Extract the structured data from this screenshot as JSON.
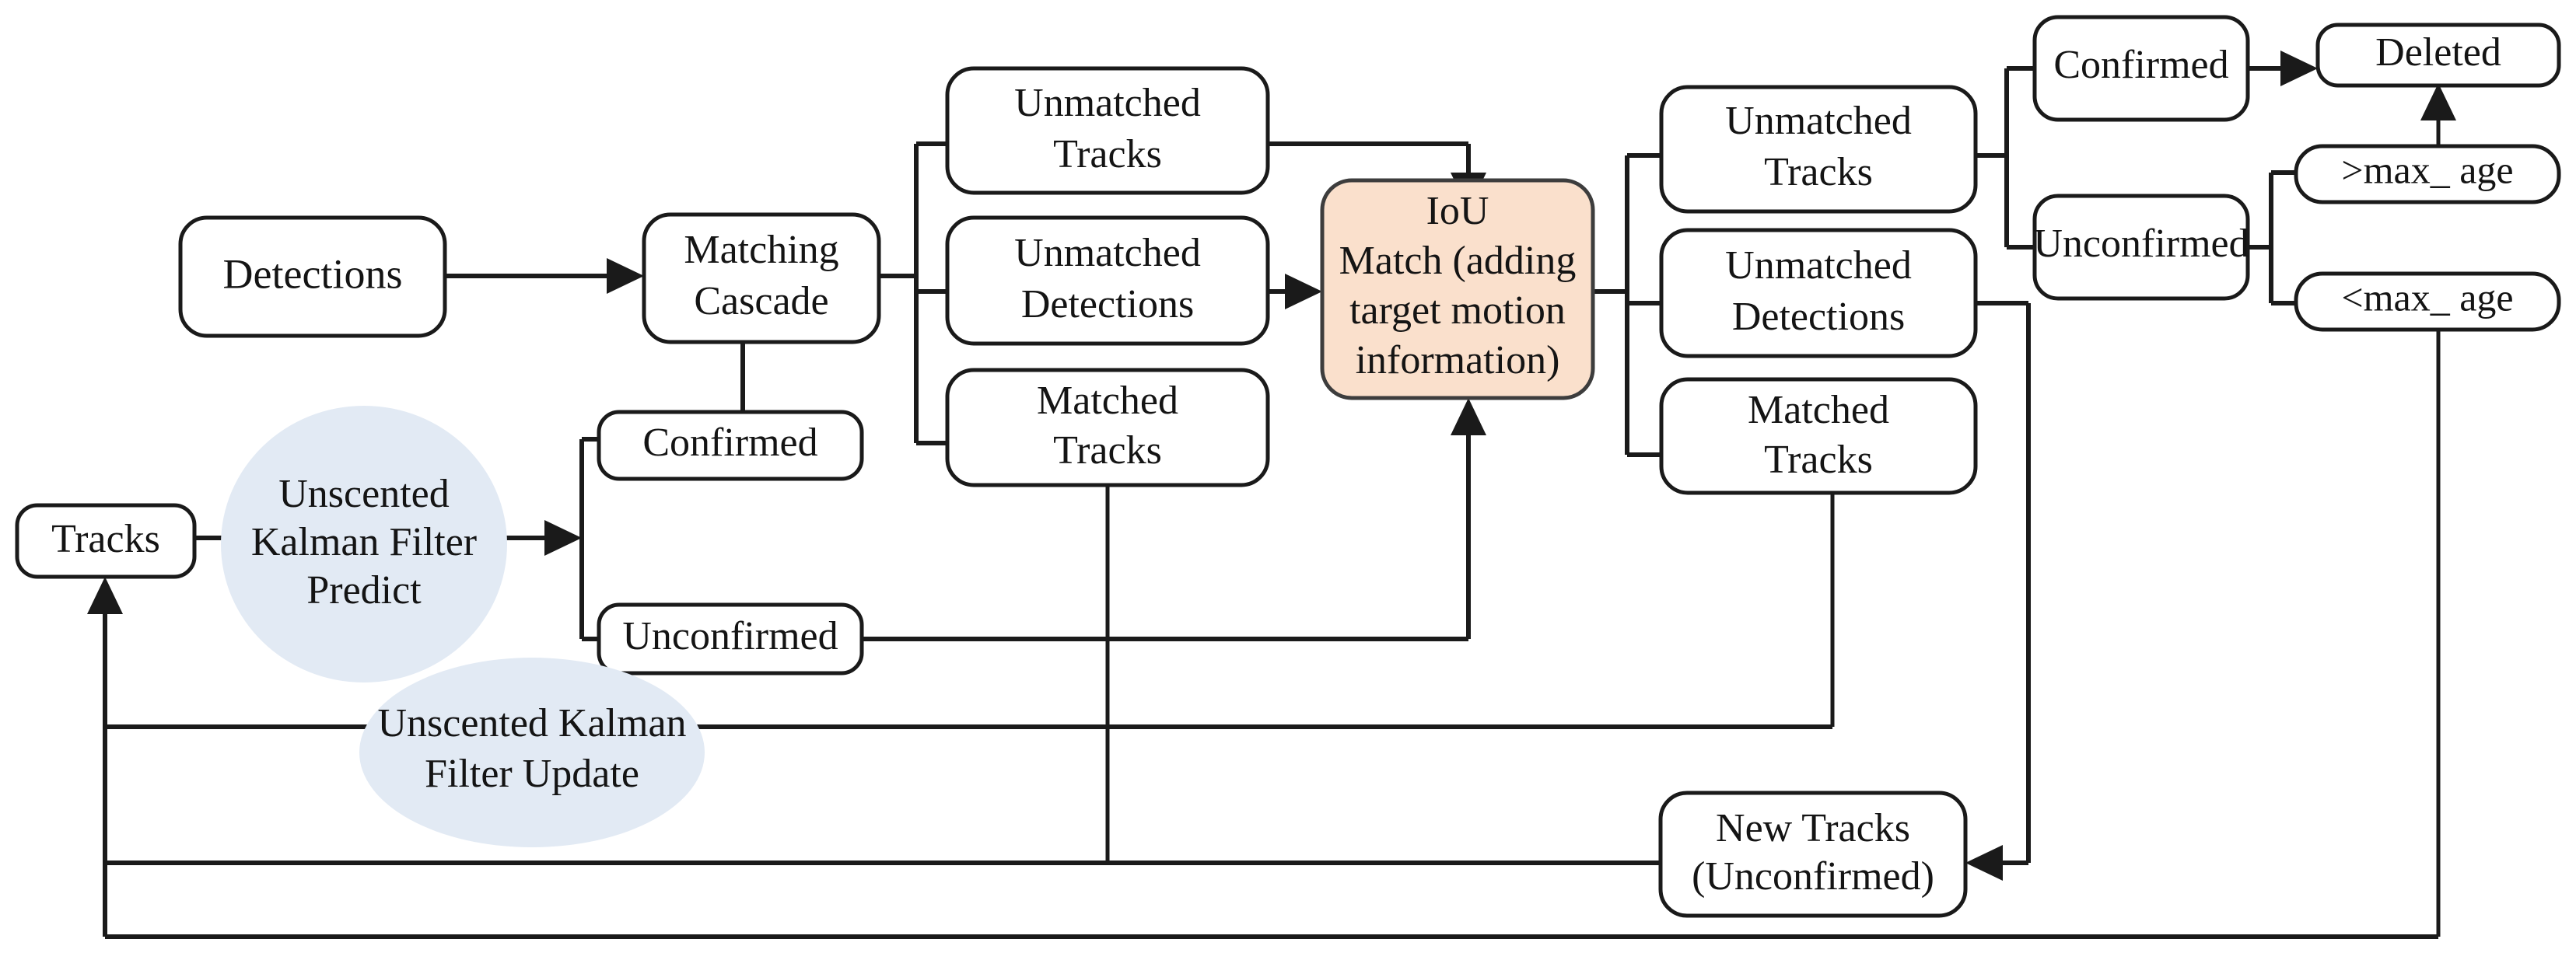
{
  "diagram": {
    "title": "Multi-object tracking pipeline with Unscented Kalman Filter",
    "colors": {
      "node_fill": "#ffffff",
      "node_stroke": "#1a1a1a",
      "accent_fill": "#fae0cc",
      "ellipse_fill": "#e2eaf4",
      "edge": "#1a1a1a",
      "background": "#ffffff"
    },
    "nodes": {
      "detections": {
        "label": "Detections"
      },
      "matching_cascade": {
        "line1": "Matching",
        "line2": "Cascade"
      },
      "tracks": {
        "label": "Tracks"
      },
      "ukf_predict": {
        "line1": "Unscented",
        "line2": "Kalman Filter",
        "line3": "Predict"
      },
      "ukf_update": {
        "line1": "Unscented Kalman",
        "line2": "Filter Update"
      },
      "confirmed_left": {
        "label": "Confirmed"
      },
      "unconfirmed_left": {
        "label": "Unconfirmed"
      },
      "unmatched_tracks_mid": {
        "line1": "Unmatched",
        "line2": "Tracks"
      },
      "unmatched_detections_mid": {
        "line1": "Unmatched",
        "line2": "Detections"
      },
      "matched_tracks_mid": {
        "line1": "Matched",
        "line2": "Tracks"
      },
      "iou_match": {
        "line1": "IoU",
        "line2": "Match (adding",
        "line3": "target motion",
        "line4": "information)"
      },
      "unmatched_tracks_right": {
        "line1": "Unmatched",
        "line2": "Tracks"
      },
      "unmatched_detections_right": {
        "line1": "Unmatched",
        "line2": "Detections"
      },
      "matched_tracks_right": {
        "line1": "Matched",
        "line2": "Tracks"
      },
      "confirmed_right": {
        "label": "Confirmed"
      },
      "unconfirmed_right": {
        "label": "Unconfirmed"
      },
      "deleted": {
        "label": "Deleted"
      },
      "gt_max_age": {
        "label": ">max_ age"
      },
      "lt_max_age": {
        "label": "<max_ age"
      },
      "new_tracks": {
        "line1": "New Tracks",
        "line2": "(Unconfirmed)"
      }
    }
  }
}
